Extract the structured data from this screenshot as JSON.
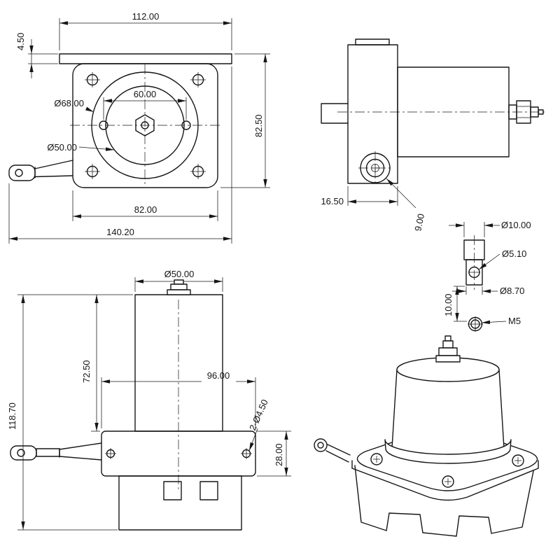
{
  "drawing": {
    "background": "#ffffff",
    "line_color": "#161616",
    "views": {
      "front": {
        "dims": {
          "flange_width": "112.00",
          "flange_thickness": "4.50",
          "bolt_circle_dia": "Ø68.00",
          "drum_dia": "Ø50.00",
          "hole_spacing": "60.00",
          "body_width": "82.00",
          "overall_width": "140.20",
          "overall_height": "82.50"
        }
      },
      "side": {
        "dims": {
          "plate_depth": "16.50",
          "boss_dim": "9.00"
        }
      },
      "fitting": {
        "dims": {
          "cap_dia": "Ø10.00",
          "hole_dia": "Ø5.10",
          "body_dia": "Ø8.70",
          "length": "10.00",
          "thread": "M5"
        }
      },
      "elevation": {
        "dims": {
          "drum_dia": "Ø50.00",
          "drum_height": "72.50",
          "flange_width": "96.00",
          "overall_height": "118.70",
          "mount_holes": "2-Ø4.50",
          "flange_height": "28.00"
        }
      }
    }
  }
}
